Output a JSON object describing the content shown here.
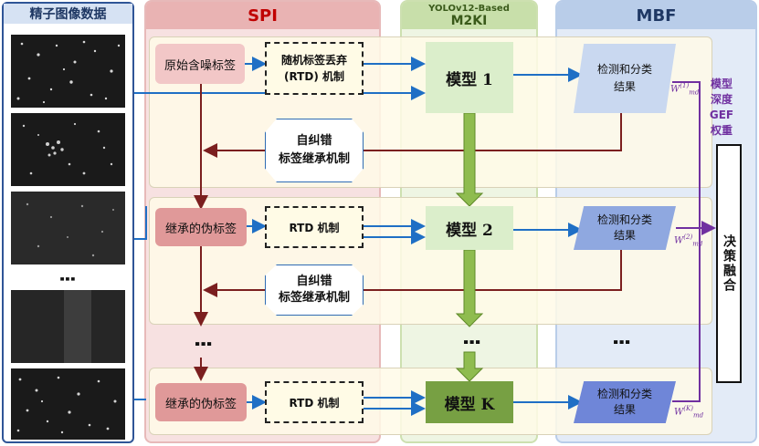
{
  "left_panel": {
    "title": "精子图像数据",
    "ellipsis": "⋮"
  },
  "columns": {
    "spi": "SPI",
    "m2k_line1": "YOLOv12-Based",
    "m2k_line2": "M2KI",
    "mbf": "MBF"
  },
  "row1": {
    "source": "原始含噪标签",
    "rtd": "随机标签丢弃\n(RTD) 机制",
    "model": "模型 1",
    "result": "检测和分类\n结果",
    "weight": {
      "base": "W",
      "sup": "(1)",
      "sub": "md"
    }
  },
  "inherit1": "自纠错\n标签继承机制",
  "row2": {
    "source": "继承的伪标签",
    "rtd": "RTD 机制",
    "model": "模型 2",
    "result": "检测和分类\n结果",
    "weight": {
      "base": "W",
      "sup": "(2)",
      "sub": "md"
    }
  },
  "inherit2": "自纠错\n标签继承机制",
  "rowk": {
    "source": "继承的伪标签",
    "rtd": "RTD 机制",
    "model": "模型 K",
    "result": "检测和分类\n结果",
    "weight": {
      "base": "W",
      "sup": "(K)",
      "sub": "md"
    }
  },
  "gef_label": [
    "模型",
    "深度",
    "GEF",
    "权重"
  ],
  "fusion": "决策融合",
  "ellipsis": "⋮",
  "colors": {
    "arrow_blue": "#1f6fc5",
    "arrow_brown": "#7b1f1f",
    "arrow_purple": "#7030a0",
    "arrow_green": "#6f9e3a"
  }
}
